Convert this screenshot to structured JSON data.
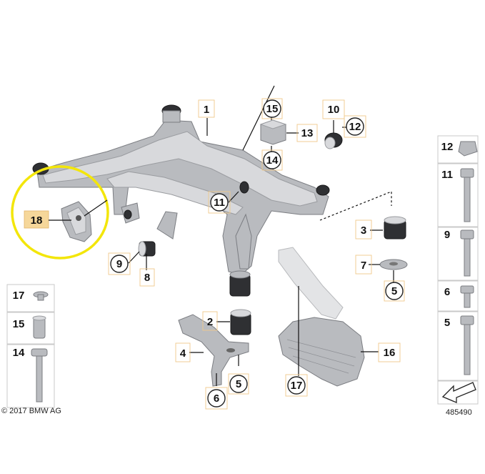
{
  "diagram": {
    "callouts": {
      "c1": "1",
      "c2": "2",
      "c3": "3",
      "c4": "4",
      "c5a": "5",
      "c5b": "5",
      "c6": "6",
      "c7": "7",
      "c8": "8",
      "c9": "9",
      "c10": "10",
      "c11": "11",
      "c12": "12",
      "c13": "13",
      "c14": "14",
      "c15": "15",
      "c16": "16",
      "c17": "17",
      "c18": "18"
    },
    "sidebar_left": [
      "17",
      "15",
      "14"
    ],
    "sidebar_right": [
      "12",
      "11",
      "9",
      "6",
      "5"
    ],
    "highlight_color": "#f3e60a",
    "highlight_label_bg": "#f6d79a"
  },
  "footer": {
    "copyright": "© 2017 BMW AG",
    "diagram_number": "485490"
  }
}
